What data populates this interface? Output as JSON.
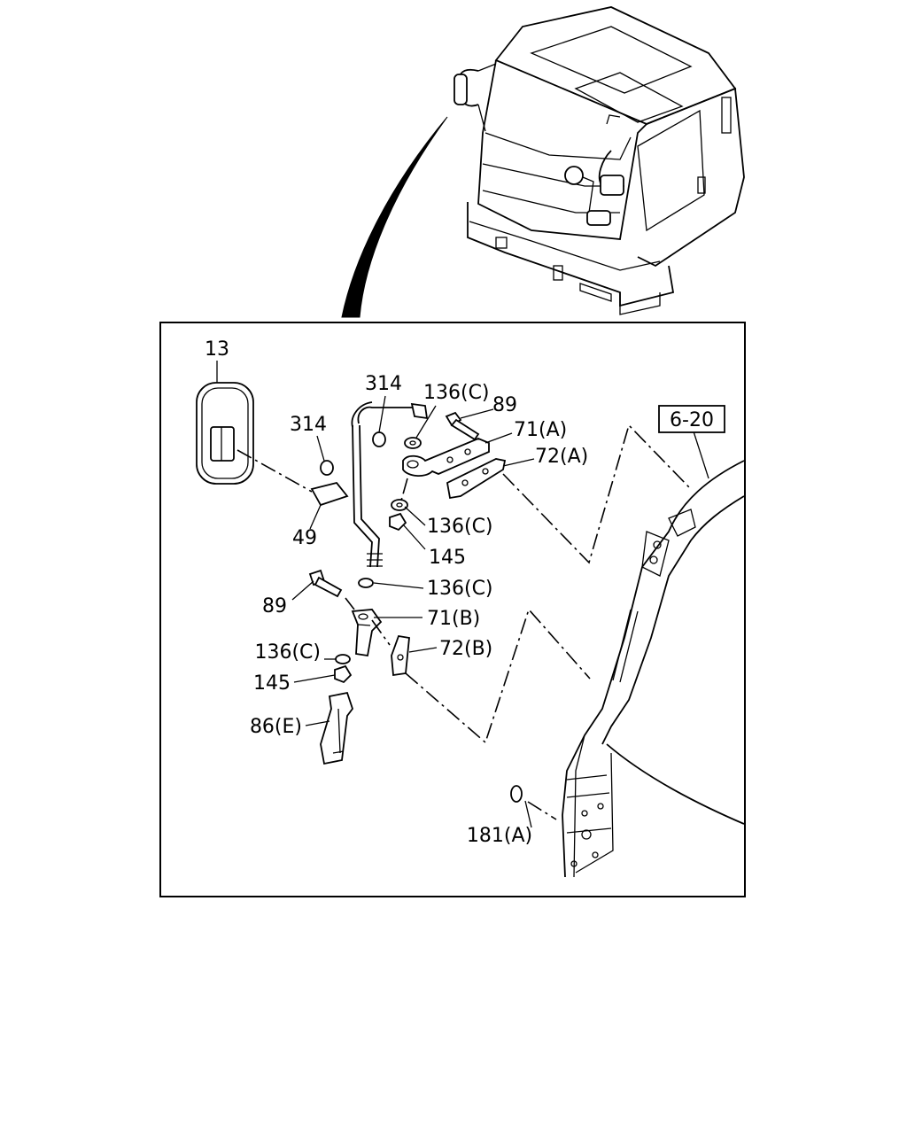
{
  "diagram": {
    "frame_ref": "6-20",
    "callouts": {
      "mirror": "13",
      "cap_upper": "314",
      "cap_left": "314",
      "washer_top": "136(C)",
      "bolt_top": "89",
      "bracket_upper": "71(A)",
      "plate_upper": "72(A)",
      "washer_mid": "136(C)",
      "nut_mid": "145",
      "tube": "49",
      "washer_lower": "136(C)",
      "bolt_lower": "89",
      "bracket_lower": "71(B)",
      "plate_lower": "72(B)",
      "washer_bottom": "136(C)",
      "nut_bottom": "145",
      "cover": "86(E)",
      "grommet": "181(A)"
    }
  }
}
